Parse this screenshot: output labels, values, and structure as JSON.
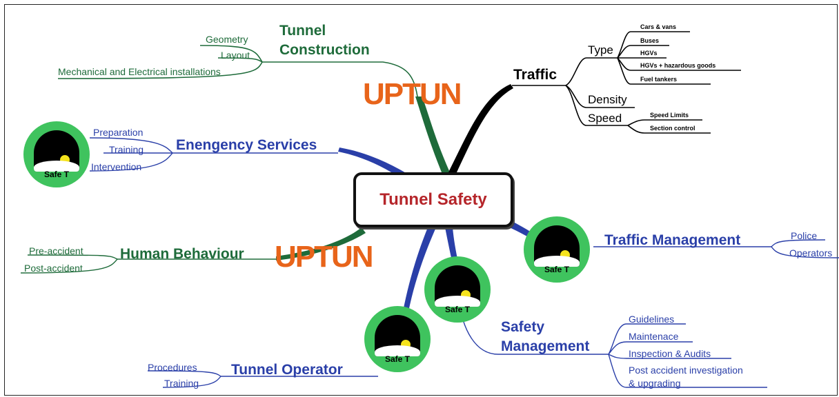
{
  "center": "Tunnel Safety",
  "branches": {
    "tunnel_construction": {
      "title_lines": [
        "Tunnel",
        "Construction"
      ],
      "items": [
        "Geometry",
        "Layout",
        "Mechanical and Electrical installations"
      ]
    },
    "traffic": {
      "title": "Traffic",
      "type_label": "Type",
      "type_items": [
        "Cars & vans",
        "Buses",
        "HGVs",
        "HGVs + hazardous goods",
        "Fuel tankers"
      ],
      "density_label": "Density",
      "speed_label": "Speed",
      "speed_items": [
        "Speed Limits",
        "Section control"
      ]
    },
    "emergency_services": {
      "title": "Enengency Services",
      "items": [
        "Preparation",
        "Training",
        "Intervention"
      ]
    },
    "human_behaviour": {
      "title": "Human Behaviour",
      "items": [
        "Pre-accident",
        "Post-accident"
      ]
    },
    "traffic_management": {
      "title": "Traffic Management",
      "items": [
        "Police",
        "Operators"
      ]
    },
    "safety_management": {
      "title_lines": [
        "Safety",
        "Management"
      ],
      "items": [
        "Guidelines",
        "Maintenace",
        "Inspection & Audits",
        "Post accident investigation",
        "& upgrading"
      ]
    },
    "tunnel_operator": {
      "title": "Tunnel Operator",
      "items": [
        "Procedures",
        "Training"
      ]
    }
  },
  "logos": {
    "uptun": "UPTUN",
    "safet": "Safe T"
  },
  "colors": {
    "green": "#1e6b3a",
    "blue": "#2a3fa8",
    "center_text": "#b5252a",
    "logo_orange": "#e8641a",
    "badge_green": "#3fc35e"
  },
  "icons": [
    "safe-t-badge-icon",
    "uptun-logo"
  ]
}
